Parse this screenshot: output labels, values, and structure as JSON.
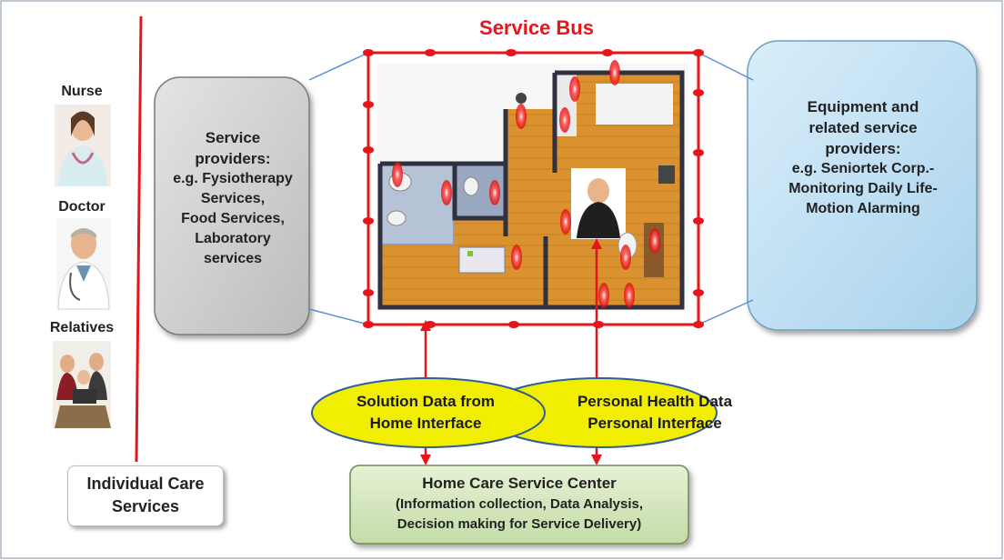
{
  "bus_title": "Service Bus",
  "people": [
    {
      "name": "Nurse",
      "icon": "nurse-photo"
    },
    {
      "name": "Doctor",
      "icon": "doctor-photo"
    },
    {
      "name": "Relatives",
      "icon": "relatives-photo"
    }
  ],
  "individual_care": {
    "line1": "Individual Care",
    "line2": "Services"
  },
  "service_providers": {
    "title1": "Service",
    "title2": "providers:",
    "items": [
      "e.g. Fysiotherapy",
      "Services,",
      "Food Services,",
      "Laboratory",
      "services"
    ]
  },
  "equipment_providers": {
    "title1": "Equipment and",
    "title2": "related service",
    "title3": "providers:",
    "items": [
      "e.g. Seniortek Corp.-",
      "Monitoring Daily Life-",
      "Motion Alarming"
    ]
  },
  "solution_data": {
    "line1": "Solution Data from",
    "line2": "Home Interface"
  },
  "personal_health": {
    "line1": "Personal Health Data",
    "line2": "Personal Interface"
  },
  "home_care_center": {
    "title": "Home Care Service Center",
    "line1": "(Information collection, Data Analysis,",
    "line2": "Decision making for Service Delivery)"
  },
  "colors": {
    "bus_red": "#e8141b",
    "gray_box": "#c9c9c9",
    "blue_box": "#bfe0f2",
    "ellipse_yellow": "#f2ee00",
    "center_green": "#d6e8c0",
    "floor_wood": "#d8902f"
  }
}
